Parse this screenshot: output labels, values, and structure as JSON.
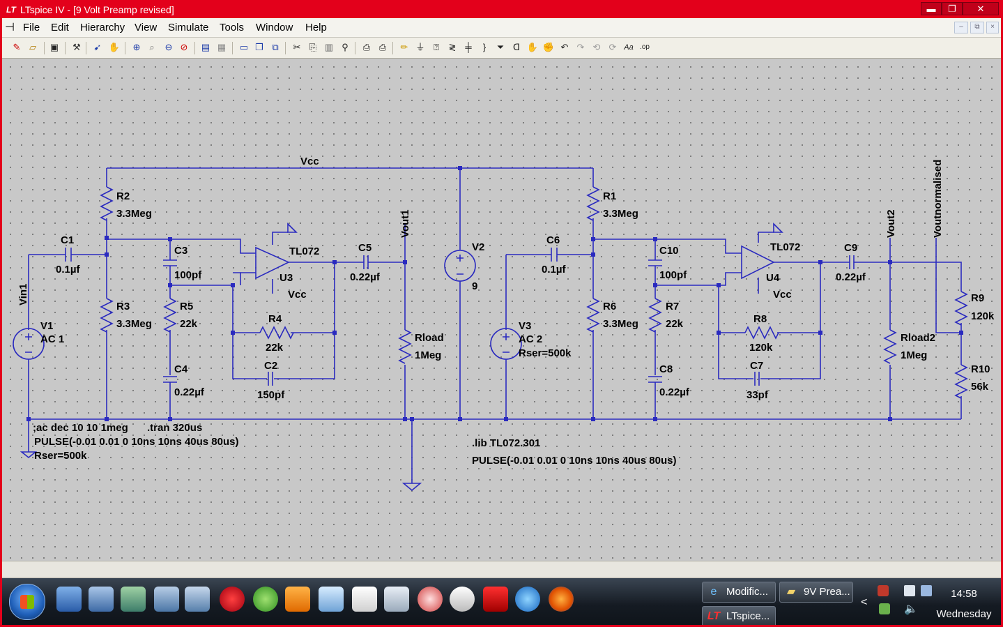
{
  "window": {
    "title": "LTspice IV - [9 Volt Preamp revised]",
    "minimize": "▬",
    "restore": "❐",
    "close": "✕"
  },
  "menu": [
    "File",
    "Edit",
    "Hierarchy",
    "View",
    "Simulate",
    "Tools",
    "Window",
    "Help"
  ],
  "mdi": {
    "minimize": "–",
    "restore": "⧉",
    "close": "×"
  },
  "schematic": {
    "nets": {
      "vcc": "Vcc",
      "vin1": "Vin1",
      "vout1": "Vout1",
      "vout2": "Vout2",
      "voutn": "Voutnormalised"
    },
    "components": {
      "C1": [
        "C1",
        "0.1µf"
      ],
      "R2": [
        "R2",
        "3.3Meg"
      ],
      "R3": [
        "R3",
        "3.3Meg"
      ],
      "C3": [
        "C3",
        "100pf"
      ],
      "R5": [
        "R5",
        "22k"
      ],
      "C4": [
        "C4",
        "0.22µf"
      ],
      "U3": [
        "TL072",
        "U3",
        "Vcc"
      ],
      "R4": [
        "R4",
        "22k"
      ],
      "C2": [
        "C2",
        "150pf"
      ],
      "C5": [
        "C5",
        "0.22µf"
      ],
      "Rload": [
        "Rload",
        "1Meg"
      ],
      "V2": [
        "V2",
        "9"
      ],
      "V1": [
        "V1",
        "AC 1"
      ],
      "C6": [
        "C6",
        "0.1µf"
      ],
      "R1": [
        "R1",
        "3.3Meg"
      ],
      "R6": [
        "R6",
        "3.3Meg"
      ],
      "V3": [
        "V3",
        "AC 2",
        "Rser=500k"
      ],
      "C10": [
        "C10",
        "100pf"
      ],
      "R7": [
        "R7",
        "22k"
      ],
      "C8": [
        "C8",
        "0.22µf"
      ],
      "U4": [
        "TL072",
        "U4",
        "Vcc"
      ],
      "R8": [
        "R8",
        "120k"
      ],
      "C7": [
        "C7",
        "33pf"
      ],
      "C9": [
        "C9",
        "0.22µf"
      ],
      "Rload2": [
        "Rload2",
        "1Meg"
      ],
      "R9": [
        "R9",
        "120k"
      ],
      "R10": [
        "R10",
        "56k"
      ]
    },
    "directives_left": [
      ";ac dec 10 10 1meg",
      ".tran 320us",
      "PULSE(-0.01 0.01 0 10ns 10ns 40us 80us)",
      "Rser=500k"
    ],
    "directives_right": [
      ".lib TL072.301",
      "PULSE(-0.01 0.01 0 10ns 10ns 40us 80us)"
    ]
  },
  "taskbar": {
    "buttons": [
      {
        "label": "Modific...",
        "icon": "internet-explorer-icon"
      },
      {
        "label": "9V Prea...",
        "icon": "folder-icon"
      },
      {
        "label": "LTspice...",
        "icon": "ltspice-icon"
      }
    ],
    "time": "14:58",
    "day": "Wednesday",
    "tray_arrow": "<"
  },
  "colors": {
    "wire": "#2a2abf",
    "title_bar": "#e3001b",
    "canvas": "#c8c8c8"
  }
}
